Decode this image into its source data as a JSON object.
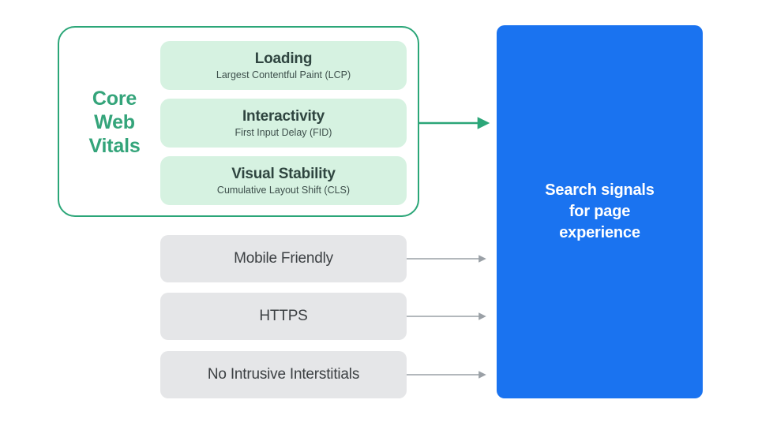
{
  "diagram": {
    "title": "Search signals for page experience",
    "colors": {
      "green_accent": "#2ba678",
      "green_label": "#34a47a",
      "green_card_bg": "#d6f2e1",
      "gray_card_bg": "#e5e6e8",
      "blue_panel": "#1a73f0",
      "dark_text": "#2f4540",
      "gray_text": "#3c4043",
      "gray_arrow": "#9aa0a6"
    }
  },
  "core_web_vitals": {
    "label": "Core\nWeb\nVitals",
    "label_lines": [
      "Core",
      "Web",
      "Vitals"
    ],
    "metrics": [
      {
        "title": "Loading",
        "subtitle": "Largest Contentful Paint (LCP)"
      },
      {
        "title": "Interactivity",
        "subtitle": "First Input Delay (FID)"
      },
      {
        "title": "Visual Stability",
        "subtitle": "Cumulative Layout Shift (CLS)"
      }
    ]
  },
  "other_signals": [
    {
      "label": "Mobile Friendly"
    },
    {
      "label": "HTTPS"
    },
    {
      "label": "No Intrusive Interstitials"
    }
  ],
  "outcome": {
    "text": "Search signals\nfor page\nexperience"
  },
  "arrows": [
    {
      "name": "core-web-vitals-arrow",
      "color": "#2ba678"
    },
    {
      "name": "mobile-friendly-arrow",
      "color": "#9aa0a6"
    },
    {
      "name": "https-arrow",
      "color": "#9aa0a6"
    },
    {
      "name": "interstitials-arrow",
      "color": "#9aa0a6"
    }
  ]
}
